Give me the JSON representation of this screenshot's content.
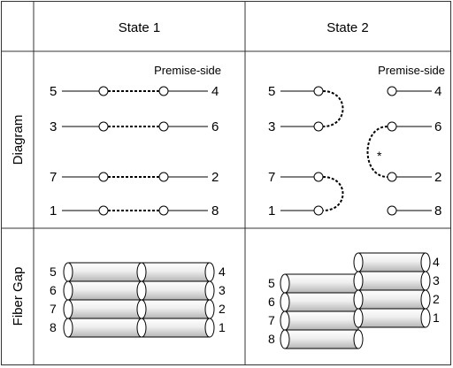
{
  "table": {
    "col_headers": [
      "State 1",
      "State 2"
    ],
    "row_headers": [
      "Diagram",
      "Fiber Gap"
    ]
  },
  "diagram": {
    "premise_side_label": "Premise-side",
    "asterisk": "*",
    "left_ports": [
      "5",
      "3",
      "7",
      "1"
    ],
    "right_ports": [
      "4",
      "6",
      "2",
      "8"
    ]
  },
  "fiber_gap": {
    "state1_left": [
      "5",
      "6",
      "7",
      "8"
    ],
    "state1_right": [
      "4",
      "3",
      "2",
      "1"
    ],
    "state2_left": [
      "5",
      "6",
      "7",
      "8"
    ],
    "state2_right": [
      "4",
      "3",
      "2",
      "1"
    ]
  },
  "colors": {
    "grid": "#333333",
    "header_fill": "#f2f2f2",
    "fiber_light": "#ffffff",
    "fiber_dark": "#b5b5b5"
  }
}
